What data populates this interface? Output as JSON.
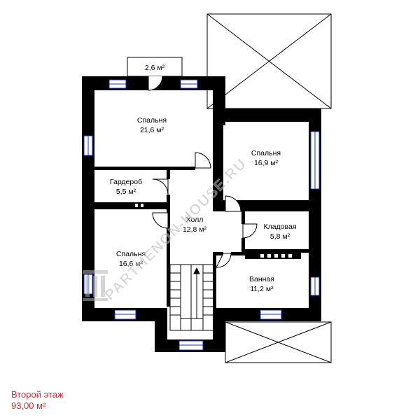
{
  "balcony": {
    "area": "2,6 м²"
  },
  "rooms": [
    {
      "name": "Спальня",
      "area": "21,6 м²"
    },
    {
      "name": "Спальня",
      "area": "16,9 м²"
    },
    {
      "name": "Гардероб",
      "area": "5,5 м²"
    },
    {
      "name": "Холл",
      "area": "12,8 м²"
    },
    {
      "name": "Кладовая",
      "area": "5,8 м²"
    },
    {
      "name": "Спальня",
      "area": "16,6 м²"
    },
    {
      "name": "Ванная",
      "area": "11,2 м²"
    }
  ],
  "watermark": "PARTHENON-HOUSE.RU",
  "floor": {
    "title": "Второй этаж",
    "area": "93,00 м²"
  },
  "colors": {
    "wall": "#000000",
    "window": "#1c2fd6",
    "caption": "#e0262e",
    "watermark": "#b4b4b4"
  }
}
